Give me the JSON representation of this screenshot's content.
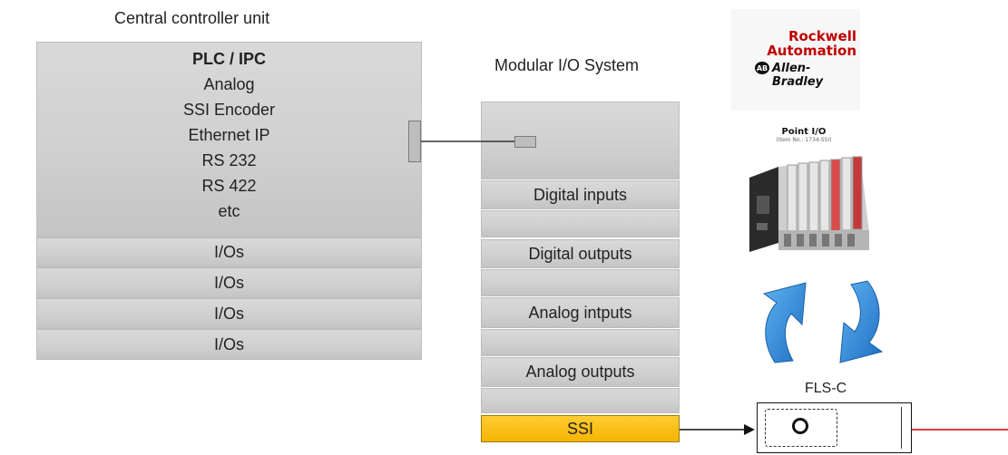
{
  "central": {
    "title": "Central controller unit",
    "plc_lines": [
      "PLC / IPC",
      "Analog",
      "SSI Encoder",
      "Ethernet IP",
      "RS 232",
      "RS 422",
      "etc"
    ],
    "io_rows": [
      "I/Os",
      "I/Os",
      "I/Os",
      "I/Os"
    ]
  },
  "modular": {
    "title": "Modular I/O System",
    "rows": [
      "Digital inputs",
      "",
      "Digital outputs",
      "",
      "Analog intputs",
      "",
      "Analog outputs",
      ""
    ],
    "ssi_label": "SSI"
  },
  "branding": {
    "rockwell_line1": "Rockwell",
    "rockwell_line2": "Automation",
    "ab_badge": "AB",
    "ab_text": "Allen-Bradley",
    "point_io_title": "Point I/O",
    "point_io_item": "(Item No.: 1734-SSI)"
  },
  "device": {
    "label": "FLS-C"
  },
  "colors": {
    "ssi": "#f5b400",
    "arrow_blue": "#2b7fd0",
    "red_line": "#d84040",
    "rockwell_red": "#c00000"
  }
}
